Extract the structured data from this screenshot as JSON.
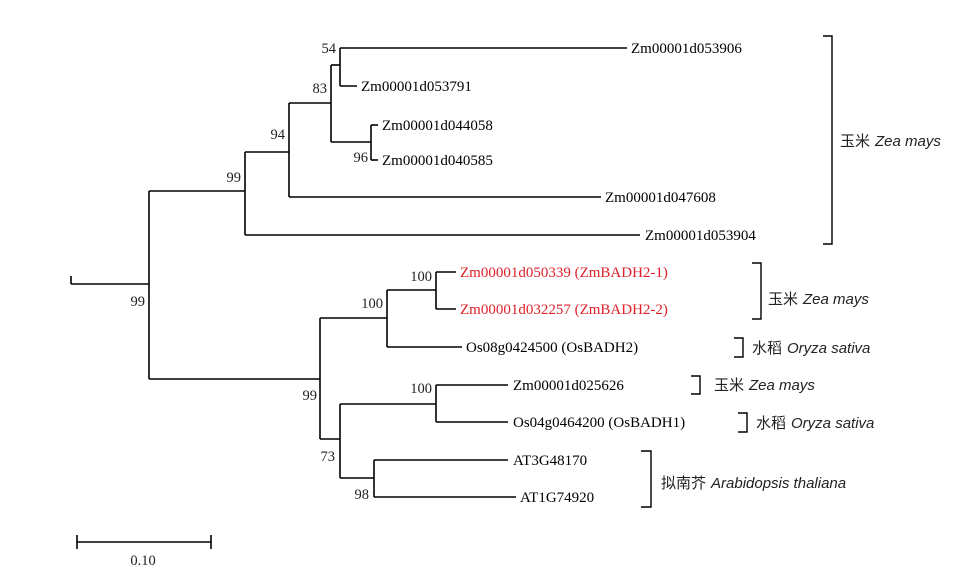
{
  "colors": {
    "line": "#000000",
    "text": "#000000",
    "highlight": "#e0202a"
  },
  "leaves": {
    "l1": {
      "label": "Zm00001d053906"
    },
    "l2": {
      "label": "Zm00001d053791"
    },
    "l3": {
      "label": "Zm00001d044058"
    },
    "l4": {
      "label": "Zm00001d040585"
    },
    "l5": {
      "label": "Zm00001d047608"
    },
    "l6": {
      "label": "Zm00001d053904"
    },
    "l7": {
      "label": "Zm00001d050339 (ZmBADH2-1)",
      "highlight": true
    },
    "l8": {
      "label": "Zm00001d032257 (ZmBADH2-2)",
      "highlight": true
    },
    "l9": {
      "label": "Os08g0424500 (OsBADH2)"
    },
    "l10": {
      "label": "Zm00001d025626"
    },
    "l11": {
      "label": "Os04g0464200 (OsBADH1)"
    },
    "l12": {
      "label": "AT3G48170"
    },
    "l13": {
      "label": "AT1G74920"
    }
  },
  "bootstrap": {
    "n54": "54",
    "n83": "83",
    "n94": "94",
    "n96": "96",
    "n99a": "99",
    "n99root": "99",
    "n100a": "100",
    "n100b": "100",
    "n99c": "99",
    "n100c": "100",
    "n73": "73",
    "n98": "98"
  },
  "groups": {
    "g1": {
      "chinese": "玉米",
      "species": "Zea mays"
    },
    "g2": {
      "chinese": "玉米",
      "species": "Zea mays"
    },
    "g3": {
      "chinese": "水稻",
      "species": "Oryza sativa"
    },
    "g4": {
      "chinese": "玉米",
      "species": "Zea mays"
    },
    "g5": {
      "chinese": "水稻",
      "species": "Oryza sativa"
    },
    "g6": {
      "chinese": "拟南芥",
      "species": "Arabidopsis thaliana"
    }
  },
  "scale_bar": {
    "label": "0.10"
  }
}
